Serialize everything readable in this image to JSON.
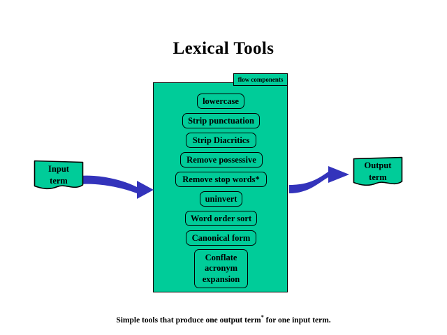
{
  "page": {
    "title": "Lexical Tools",
    "background_color": "#ffffff",
    "caption_prefix": "Simple tools that produce one output term",
    "caption_marker": "*",
    "caption_suffix": " for one input term."
  },
  "colors": {
    "node_fill": "#00CC99",
    "node_border": "#000000",
    "arrow": "#3333BB",
    "text": "#000000"
  },
  "flow": {
    "tab_label": "flow components",
    "steps": [
      {
        "label": "lowercase"
      },
      {
        "label": "Strip punctuation"
      },
      {
        "label": "Strip Diacritics"
      },
      {
        "label": "Remove possessive"
      },
      {
        "label": "Remove stop words*"
      },
      {
        "label": "uninvert"
      },
      {
        "label": "Word order sort"
      },
      {
        "label": "Canonical form"
      }
    ],
    "final_step": {
      "line1": "Conflate",
      "line2": "acronym",
      "line3": "expansion"
    }
  },
  "nodes": {
    "input": {
      "line1": "Input",
      "line2": "term"
    },
    "output": {
      "line1": "Output",
      "line2": "term"
    }
  },
  "arrows": {
    "input_arrow_name": "input-to-flow-arrow",
    "output_arrow_name": "flow-to-output-arrow"
  }
}
